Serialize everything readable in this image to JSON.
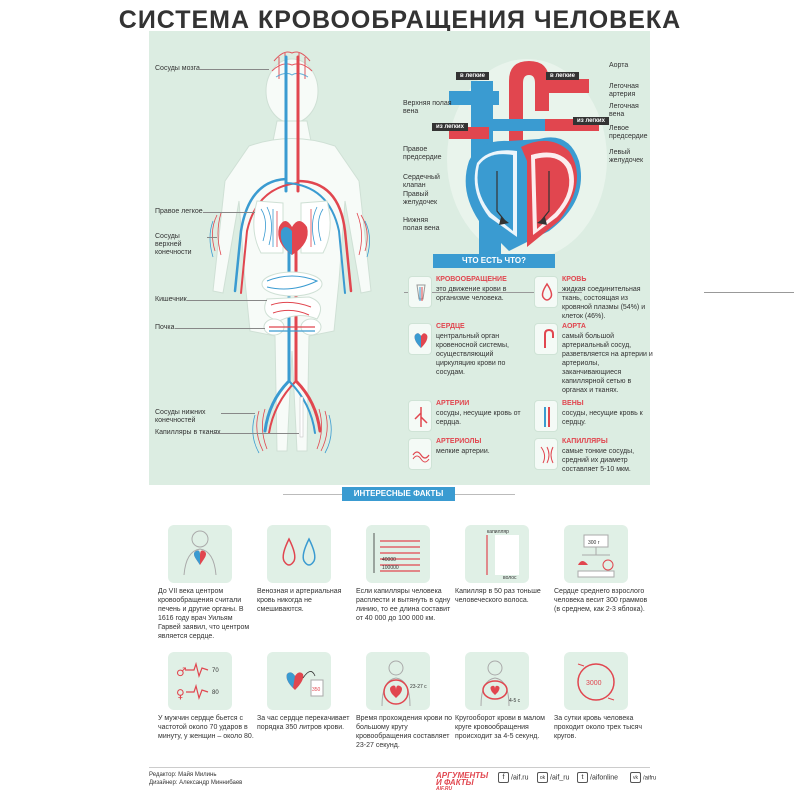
{
  "title": "СИСТЕМА КРОВООБРАЩЕНИЯ ЧЕЛОВЕКА",
  "colors": {
    "arterial": "#e1464f",
    "venous": "#3a9bd1",
    "panel": "#dcede2",
    "accent_bar": "#3a9bd1"
  },
  "body_labels": {
    "brain": "Сосуды мозга",
    "right_lung": "Правое легкое",
    "upper_limbs": "Сосуды верхней конечности",
    "intestine": "Кишечник",
    "kidney": "Почка",
    "lower_limbs": "Сосуды нижних конечностей",
    "capillaries": "Капилляры в тканях"
  },
  "heart_labels": {
    "aorta": "Аорта",
    "pulmonary_artery": "Легочная артерия",
    "pulmonary_vein": "Легочная вена",
    "left_atrium": "Левое предсердие",
    "left_ventricle": "Левый желудочек",
    "superior_vena_cava": "Верхняя полая вена",
    "right_atrium": "Правое предсердие",
    "heart_valve": "Сердечный клапан",
    "right_ventricle": "Правый желудочек",
    "inferior_vena_cava": "Нижняя полая вена"
  },
  "heart_tags": {
    "to_lungs_left": "в легкие",
    "to_lungs_right": "в легкие",
    "from_lungs_left": "из легких",
    "from_lungs_right": "из легких"
  },
  "what_is_what": {
    "heading": "ЧТО ЕСТЬ ЧТО?",
    "items": [
      {
        "term": "КРОВООБРАЩЕНИЕ",
        "desc": "это движение крови в организме человека.",
        "icon": "body-icon"
      },
      {
        "term": "КРОВЬ",
        "desc": "жидкая соединительная ткань, состоящая из кровяной плазмы (54%) и клеток (46%).",
        "icon": "drop-icon"
      },
      {
        "term": "СЕРДЦЕ",
        "desc": "центральный орган кровеносной системы, осуществляющий циркуляцию крови по сосудам.",
        "icon": "heart-icon"
      },
      {
        "term": "АОРТА",
        "desc": "самый большой артериальный сосуд, разветвляется на артерии и артериолы, заканчивающиеся капиллярной сетью в органах и тканях.",
        "icon": "aorta-icon"
      },
      {
        "term": "АРТЕРИИ",
        "desc": "сосуды, несущие кровь от сердца.",
        "icon": "artery-icon"
      },
      {
        "term": "ВЕНЫ",
        "desc": "сосуды, несущие кровь к сердцу.",
        "icon": "vein-icon"
      },
      {
        "term": "АРТЕРИОЛЫ",
        "desc": "мелкие артерии.",
        "icon": "arteriole-icon"
      },
      {
        "term": "КАПИЛЛЯРЫ",
        "desc": "самые тонкие сосуды, средний их диаметр составляет 5-10 мкм.",
        "icon": "capillary-icon"
      }
    ]
  },
  "facts": {
    "heading": "ИНТЕРЕСНЫЕ ФАКТЫ",
    "items": [
      {
        "text": "До VII века центром кровообращения считали печень и другие органы. В 1616 году врач Уильям Гарвей заявил, что центром является сердце.",
        "icon": "torso-icon"
      },
      {
        "text": "Венозная и артериальная кровь никогда не смешиваются.",
        "icon": "two-drops-icon"
      },
      {
        "text": "Если капилляры человека расплести и вытянуть в одну линию, то ее длина составит от 40 000 до 100 000 км.",
        "icon": "capillary-length-icon",
        "label_a": "40000",
        "label_b": "100000"
      },
      {
        "text": "Капилляр в 50 раз тоньше человеческого волоса.",
        "icon": "hair-icon",
        "label_a": "капилляр",
        "label_b": "волос"
      },
      {
        "text": "Сердце среднего взрослого человека весит 300 граммов (в среднем, как 2-3 яблока).",
        "icon": "scale-icon",
        "label_a": "300 г"
      },
      {
        "text": "У мужчин сердце бьется с частотой около 70 ударов в минуту, у женщин – около 80.",
        "icon": "pulse-icon",
        "label_a": "70",
        "label_b": "80"
      },
      {
        "text": "За час сердце перекачивает порядка 350 литров крови.",
        "icon": "pump-icon",
        "label_a": "350"
      },
      {
        "text": "Время прохождения крови по большому кругу кровообращения составляет 23-27 секунд.",
        "icon": "big-circle-icon",
        "label_a": "23-27 с"
      },
      {
        "text": "Кругооборот крови в малом круге кровообращения происходит за 4-5 секунд.",
        "icon": "small-circle-icon",
        "label_a": "4-5 с"
      },
      {
        "text": "За сутки кровь человека проходит около трех тысяч кругов.",
        "icon": "cycles-icon",
        "label_a": "3000"
      }
    ]
  },
  "footer": {
    "editor": "Редактор: Майя Милинь",
    "designer": "Дизайнер: Александр Миннибаев",
    "brand_line1": "АРГУМЕНТЫ",
    "brand_line2": "И ФАКТЫ",
    "brand_site": "AIF.RU",
    "social": [
      {
        "glyph": "f",
        "label": "/aif.ru",
        "icon": "facebook-icon"
      },
      {
        "glyph": "ok",
        "label": "/aif_ru",
        "icon": "odnoklassniki-icon"
      },
      {
        "glyph": "t",
        "label": "/aifonline",
        "icon": "twitter-icon"
      },
      {
        "glyph": "vk",
        "label": "/aifru",
        "icon": "vk-icon"
      }
    ]
  }
}
